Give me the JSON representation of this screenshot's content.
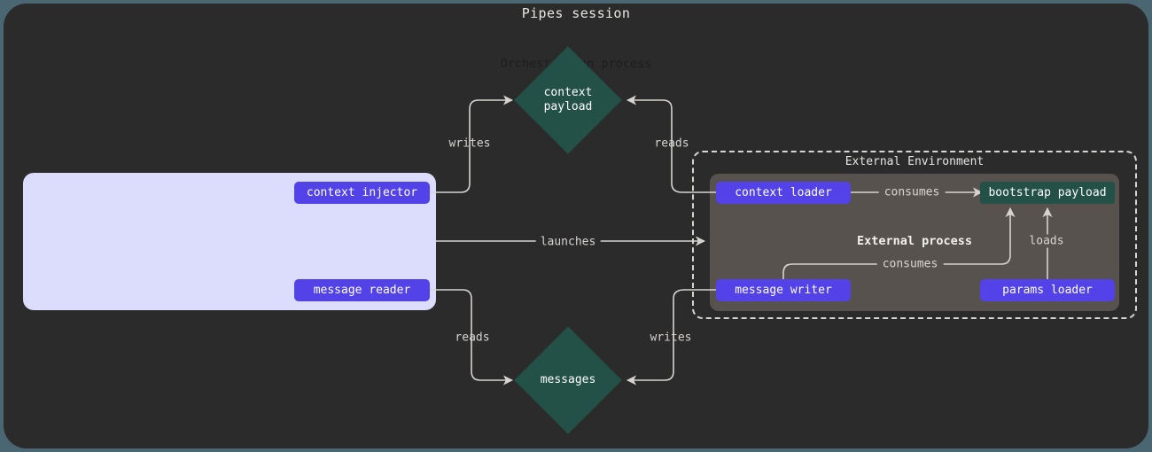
{
  "title": "Pipes session",
  "theme": {
    "backdrop": "#4a6672",
    "canvas": "#2b2b2b",
    "cluster_main_fill": "#dcdcfd",
    "cluster_proc_fill": "#57524e",
    "node_purple": "#5242e8",
    "node_teal": "#235047",
    "edge_stroke": "#d6d3d0",
    "text_light": "#e8e6e3",
    "text_dark": "#1d1d1f"
  },
  "clusters": {
    "orchestration": {
      "label": "Orchestration process"
    },
    "external_environment": {
      "label": "External Environment"
    },
    "external_process": {
      "label": "External process"
    }
  },
  "nodes": {
    "context_injector": {
      "label": "context injector",
      "shape": "box",
      "color": "purple"
    },
    "message_reader": {
      "label": "message reader",
      "shape": "box",
      "color": "purple"
    },
    "context_loader": {
      "label": "context loader",
      "shape": "box",
      "color": "purple"
    },
    "message_writer": {
      "label": "message writer",
      "shape": "box",
      "color": "purple"
    },
    "params_loader": {
      "label": "params loader",
      "shape": "box",
      "color": "purple"
    },
    "bootstrap_payload": {
      "label": "bootstrap payload",
      "shape": "box",
      "color": "teal"
    },
    "context_payload": {
      "label_line1": "context",
      "label_line2": "payload",
      "shape": "diamond",
      "color": "teal"
    },
    "messages": {
      "label": "messages",
      "shape": "diamond",
      "color": "teal"
    }
  },
  "edges": [
    {
      "id": "injector-writes-context",
      "from": "context_injector",
      "to": "context_payload",
      "label": "writes"
    },
    {
      "id": "loader-reads-context",
      "from": "context_loader",
      "to": "context_payload",
      "label": "reads"
    },
    {
      "id": "orchestration-launches-process",
      "from": "orchestration",
      "to": "external_process",
      "label": "launches"
    },
    {
      "id": "reader-reads-messages",
      "from": "message_reader",
      "to": "messages",
      "label": "reads"
    },
    {
      "id": "writer-writes-messages",
      "from": "message_writer",
      "to": "messages",
      "label": "writes"
    },
    {
      "id": "context-loader-consumes-bootstrap",
      "from": "context_loader",
      "to": "bootstrap_payload",
      "label": "consumes"
    },
    {
      "id": "message-writer-consumes-bootstrap",
      "from": "message_writer",
      "to": "bootstrap_payload",
      "label": "consumes"
    },
    {
      "id": "params-loader-loads-bootstrap",
      "from": "params_loader",
      "to": "bootstrap_payload",
      "label": "loads"
    }
  ]
}
